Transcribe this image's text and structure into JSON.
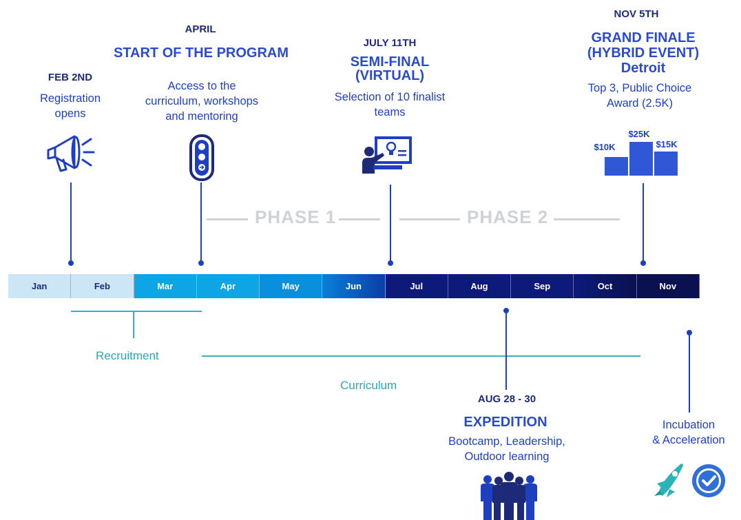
{
  "milestones": {
    "feb": {
      "date": "FEB 2ND",
      "desc_line1": "Registration",
      "desc_line2": "opens",
      "icon": "megaphone-icon"
    },
    "apr": {
      "date": "APRIL",
      "title": "START OF THE PROGRAM",
      "desc_line1": "Access to the",
      "desc_line2": "curriculum, workshops",
      "desc_line3": "and mentoring",
      "icon": "traffic-light-icon"
    },
    "jul": {
      "date": "JULY 11TH",
      "title_line1": "SEMI-FINAL",
      "title_line2": "(VIRTUAL)",
      "desc_line1": "Selection of 10 finalist",
      "desc_line2": "teams",
      "icon": "presentation-icon"
    },
    "nov": {
      "date": "NOV 5TH",
      "title_line1": "GRAND FINALE",
      "title_line2": "(HYBRID EVENT)",
      "title_line3": "Detroit",
      "desc_line1": "Top 3, Public Choice",
      "desc_line2": "Award (2.5K)",
      "icon": "podium-icon",
      "prizes": {
        "first": "$25K",
        "second": "$10K",
        "third": "$15K"
      }
    },
    "aug": {
      "date": "AUG 28 - 30",
      "title": "EXPEDITION",
      "desc_line1": "Bootcamp, Leadership,",
      "desc_line2": "Outdoor learning",
      "icon": "group-people-icon"
    },
    "incubation": {
      "desc_line1": "Incubation",
      "desc_line2": "& Acceleration",
      "icon": "rocket-badge-icon"
    }
  },
  "phases": {
    "phase1": "PHASE 1",
    "phase2": "PHASE 2"
  },
  "timeline": {
    "months": [
      "Jan",
      "Feb",
      "Mar",
      "Apr",
      "May",
      "Jun",
      "Jul",
      "Aug",
      "Sep",
      "Oct",
      "Nov"
    ],
    "colors": {
      "light": "#cde6f5",
      "cyan": "#0ea5e4",
      "navy": "#0d1a7a",
      "dark": "#0b1150",
      "accent": "#1e3fbf",
      "teal": "#33b3c3"
    }
  },
  "tracks": {
    "recruitment": "Recruitment",
    "curriculum": "Curriculum"
  }
}
